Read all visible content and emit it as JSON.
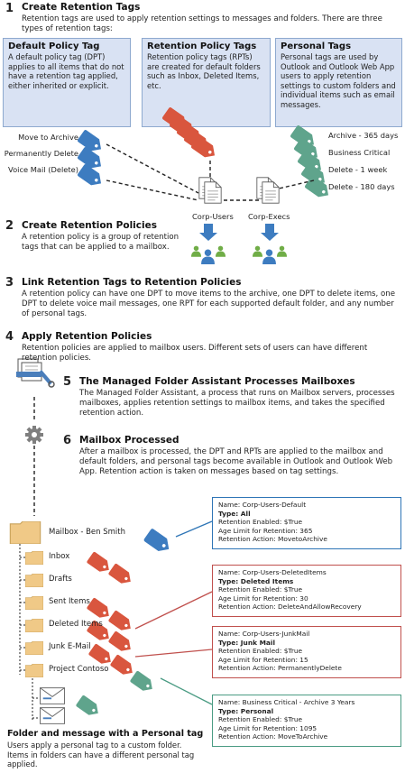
{
  "step1": {
    "number": "1",
    "title": "Create Retention Tags",
    "text": "Retention tags are used to apply retention settings to messages and folders. There are three types of retention tags:"
  },
  "boxes": [
    {
      "title": "Default Policy Tag",
      "body": "A default policy tag (DPT) applies to all items that do not have a retention tag applied, either inherited or explicit."
    },
    {
      "title": "Retention Policy Tags",
      "body": "Retention policy tags (RPTs) are created for default folders such as Inbox, Deleted Items, etc."
    },
    {
      "title": "Personal Tags",
      "body": "Personal tags are used by Outlook and Outlook Web App users to apply retention settings to custom folders and individual items such as email messages."
    }
  ],
  "dpt_labels": [
    "Move to Archive",
    "Permanently Delete",
    "Voice Mail (Delete)"
  ],
  "personal_labels": [
    "Archive - 365 days",
    "Business Critical",
    "Delete - 1 week",
    "Delete - 180 days"
  ],
  "policies": [
    "Corp-Users",
    "Corp-Execs"
  ],
  "step2": {
    "number": "2",
    "title": "Create Retention Policies",
    "text": "A retention policy is a group of retention tags that can be applied to a mailbox."
  },
  "step3": {
    "number": "3",
    "title": "Link Retention Tags to Retention Policies",
    "text": "A retention policy can have one DPT to move items to the archive, one DPT to delete items, one DPT to delete voice mail messages, one RPT for each supported default folder, and any number of personal tags."
  },
  "step4": {
    "number": "4",
    "title": "Apply Retention Policies",
    "text": "Retention policies are applied to mailbox users. Different sets of users can have different retention policies."
  },
  "step5": {
    "number": "5",
    "title": "The Managed Folder Assistant Processes Mailboxes",
    "text": "The Managed Folder Assistant, a process that runs on Mailbox servers, processes mailboxes, applies retention settings to mailbox items, and takes the specified retention action."
  },
  "step6": {
    "number": "6",
    "title": "Mailbox Processed",
    "text": "After a mailbox is processed, the DPT and RPTs are applied to the mailbox and default folders, and personal tags become available in Outlook and Outlook Web App. Retention action is taken on messages based on tag settings."
  },
  "mailbox": {
    "root": "Mailbox - Ben Smith",
    "folders": [
      "Inbox",
      "Drafts",
      "Sent Items",
      "Deleted Items",
      "Junk E-Mail",
      "Project Contoso"
    ]
  },
  "info_boxes": [
    {
      "name": "Name: Corp-Users-Default",
      "type": "Type: All",
      "enabled": "Retention Enabled: $True",
      "age": "Age Limit for Retention: 365",
      "action": "Retention Action: MovetoArchive",
      "color": "#2e75b6"
    },
    {
      "name": "Name: Corp-Users-DeletedItems",
      "type": "Type: Deleted Items",
      "enabled": "Retention Enabled: $True",
      "age": "Age Limit for Retention: 30",
      "action": "Retention Action: DeleteAndAllowRecovery",
      "color": "#c0504d"
    },
    {
      "name": "Name: Corp-Users-JunkMail",
      "type": "Type: Junk Mail",
      "enabled": "Retention Enabled: $True",
      "age": "Age Limit for Retention: 15",
      "action": "Retention Action: PermanentlyDelete",
      "color": "#c0504d"
    },
    {
      "name": "Name: Business Critical - Archive 3 Years",
      "type": "Type: Personal",
      "enabled": "Retention Enabled: $True",
      "age": "Age Limit for Retention: 1095",
      "action": "Retention Action: MoveToArchive",
      "color": "#4a9b83"
    }
  ],
  "personal_caption": {
    "title": "Folder and message with a Personal tag",
    "text": "Users apply a personal tag to a custom folder. Items in folders can have a different personal tag applied."
  },
  "colors": {
    "blue": "#3d7cc0",
    "red": "#d9563e",
    "green": "#5fa48c",
    "folder": "#f0c987",
    "box": "#d9e2f3"
  }
}
